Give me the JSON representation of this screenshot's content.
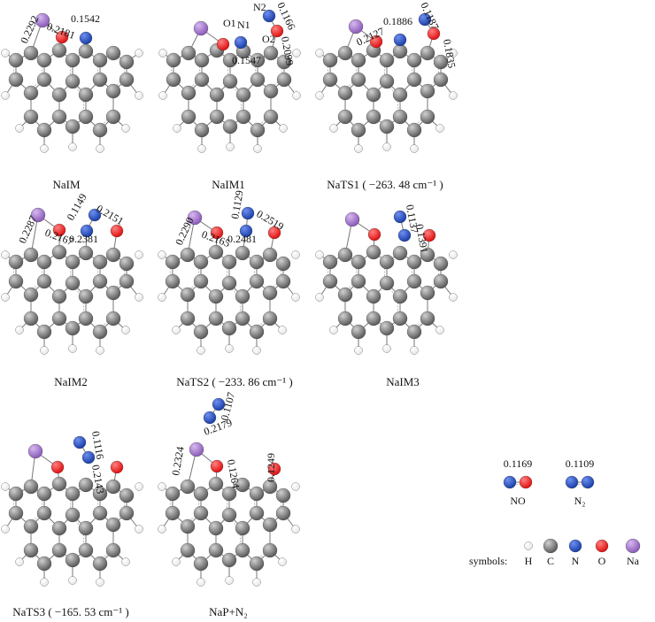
{
  "panels": [
    {
      "title": "NaIM",
      "distances": [
        "0.2292",
        "0.2181",
        "0.1542"
      ],
      "atom_labels": []
    },
    {
      "title": "NaIM1",
      "distances": [
        "0.1547",
        "0.1166",
        "0.2099"
      ],
      "atom_labels": [
        "O1",
        "N1",
        "N2",
        "O2"
      ]
    },
    {
      "title": "NaTS1 ( −263. 48  cm⁻¹ )",
      "distances": [
        "0.2127",
        "0.1886",
        "0.1187",
        "0.1835"
      ],
      "atom_labels": []
    },
    {
      "title": "NaIM2",
      "distances": [
        "0.2287",
        "0.2167",
        "0.2381",
        "0.1149",
        "0.2151"
      ],
      "atom_labels": []
    },
    {
      "title": "NaTS2 ( −233. 86  cm⁻¹ )",
      "distances": [
        "0.2290",
        "0.2165",
        "0.2481",
        "0.1129",
        "0.2519"
      ],
      "atom_labels": []
    },
    {
      "title": "NaIM3",
      "distances": [
        "0.1137",
        "0.1391"
      ],
      "atom_labels": []
    },
    {
      "title": "NaTS3 ( −165. 53  cm⁻¹ )",
      "distances": [
        "0.1116",
        "0.2143"
      ],
      "atom_labels": []
    },
    {
      "title": "NaP+N₂",
      "distances": [
        "0.1107",
        "0.2179",
        "0.2324",
        "0.1264",
        "0.1249"
      ],
      "atom_labels": []
    }
  ],
  "reference": [
    {
      "name": "NO",
      "distance": "0.1169"
    },
    {
      "name": "N₂",
      "distance": "0.1109"
    }
  ],
  "legend": {
    "title": "symbols:",
    "items": [
      {
        "symbol": "H",
        "color": "#e8e8e8"
      },
      {
        "symbol": "C",
        "color": "#5a5a5a"
      },
      {
        "symbol": "N",
        "color": "#1a3fa8"
      },
      {
        "symbol": "O",
        "color": "#e01010"
      },
      {
        "symbol": "Na",
        "color": "#8a5bb8"
      }
    ]
  }
}
